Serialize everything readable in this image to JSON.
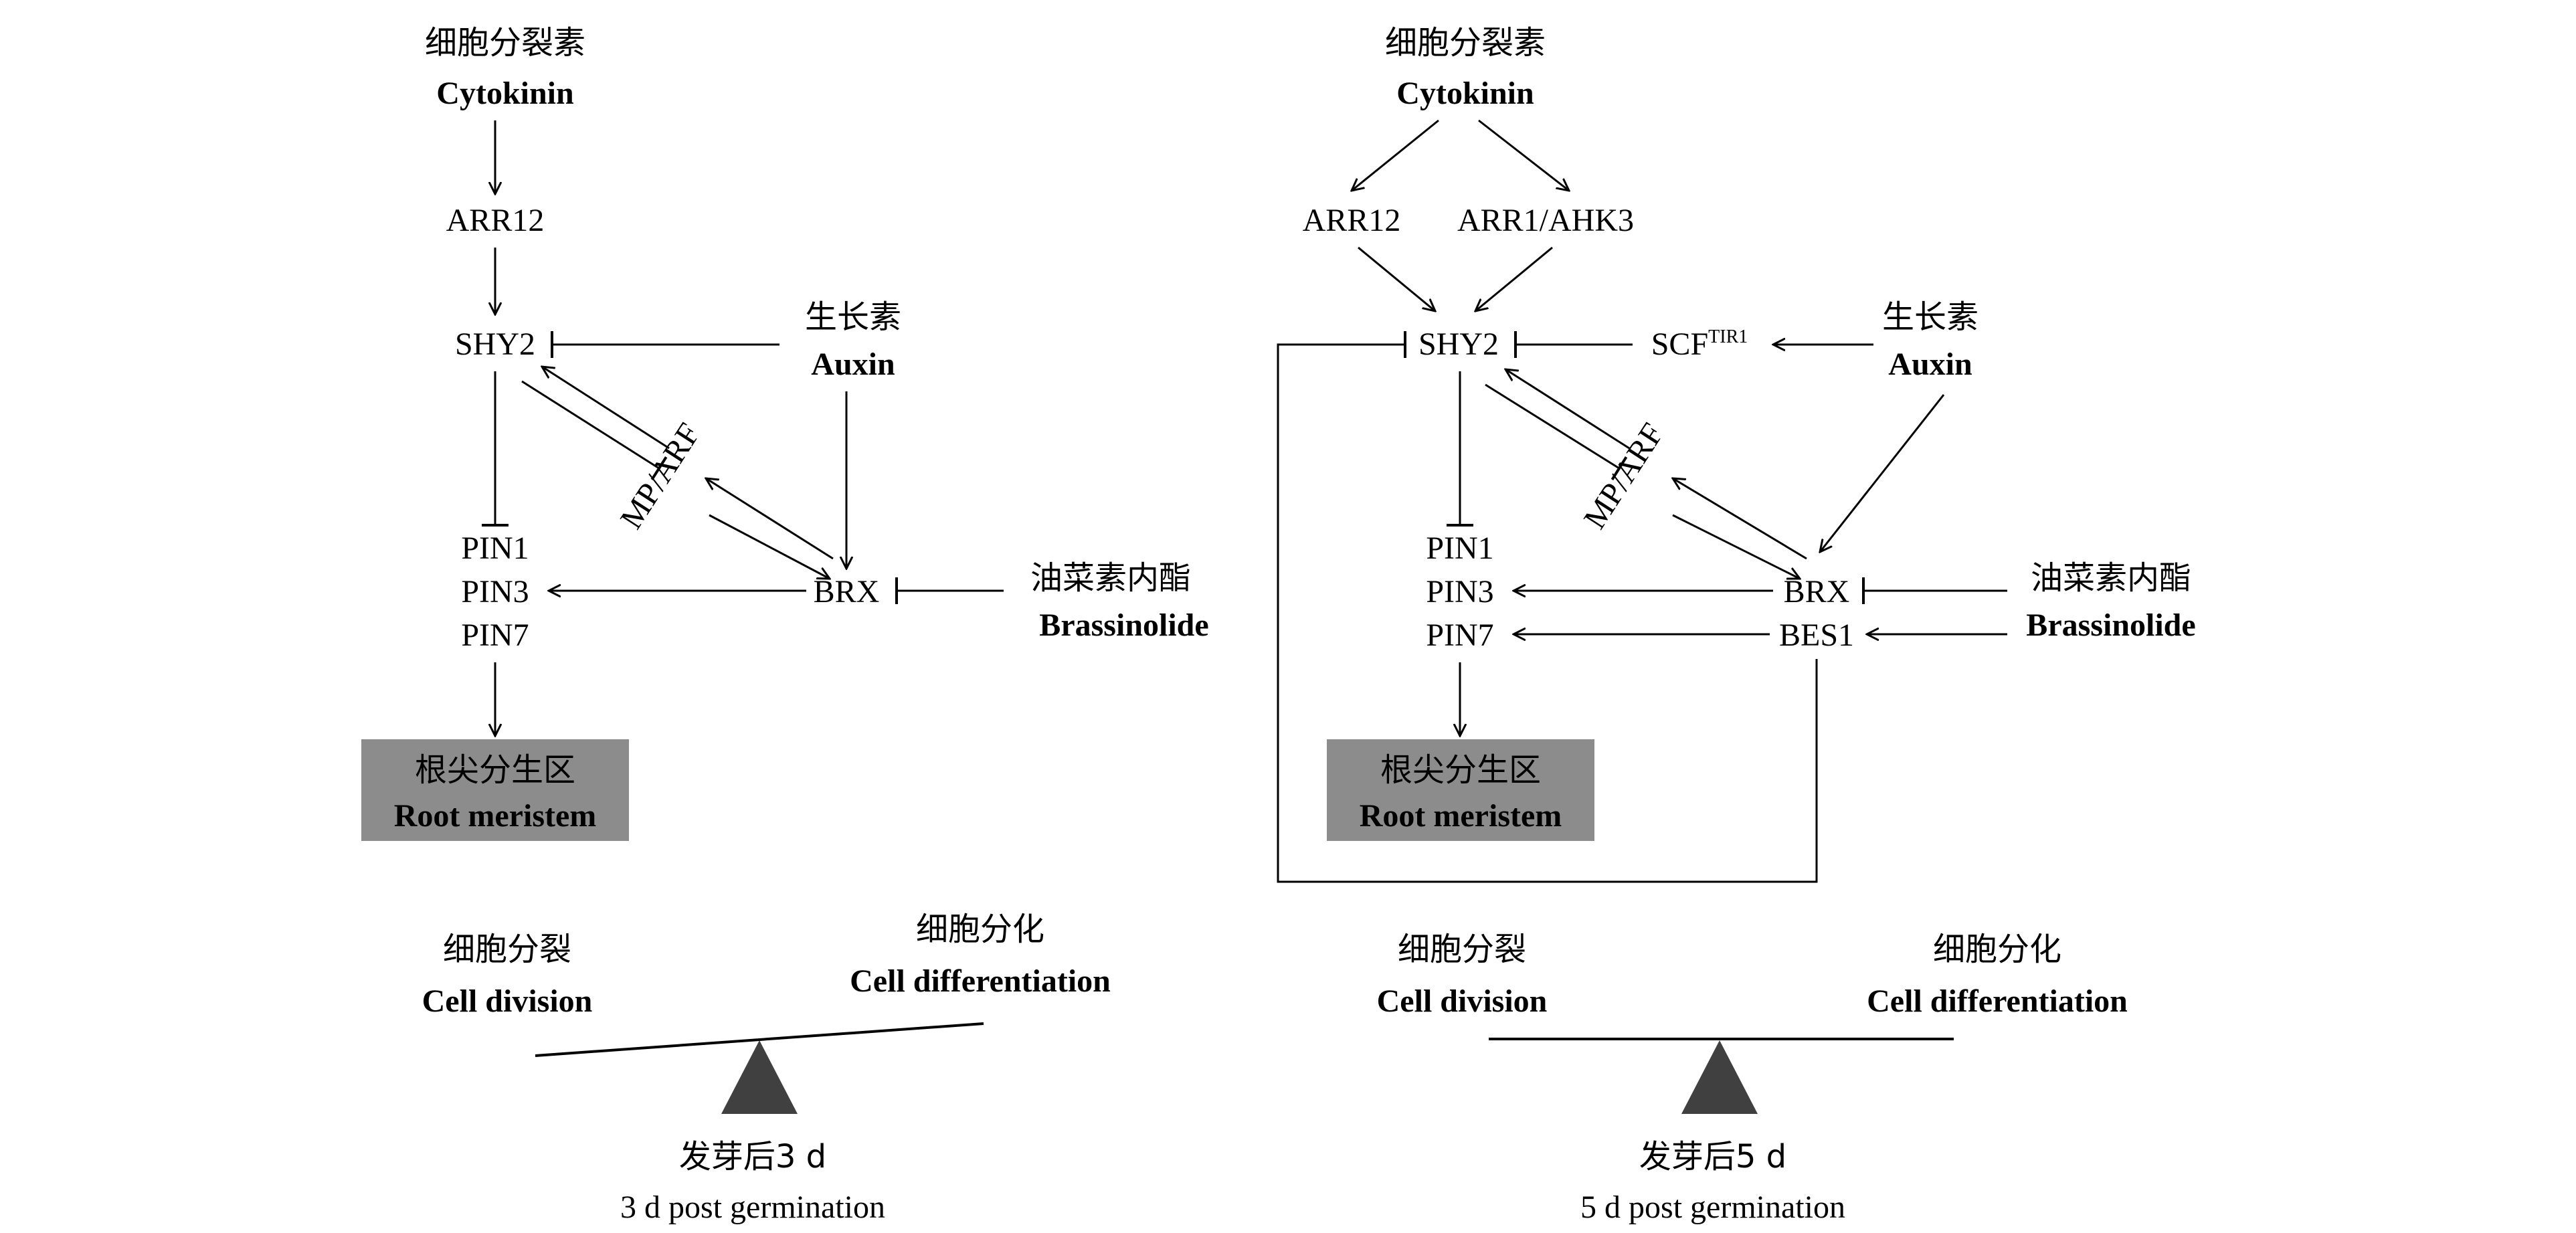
{
  "left": {
    "cytokinin": {
      "zh": "细胞分裂素",
      "en": "Cytokinin"
    },
    "arr12": "ARR12",
    "shy2": "SHY2",
    "auxin": {
      "zh": "生长素",
      "en": "Auxin"
    },
    "mp_arf": "MP/ARF",
    "pin1": "PIN1",
    "pin3": "PIN3",
    "pin7": "PIN7",
    "brx": "BRX",
    "brassinolide": {
      "zh": "油菜素内酯",
      "en": "Brassinolide"
    },
    "root_meristem": {
      "zh": "根尖分生区",
      "en": "Root meristem"
    },
    "cell_division": {
      "zh": "细胞分裂",
      "en": "Cell division"
    },
    "cell_differentiation": {
      "zh": "细胞分化",
      "en": "Cell differentiation"
    },
    "stage": {
      "zh": "发芽后3 d",
      "en": "3 d post germination"
    }
  },
  "right": {
    "cytokinin": {
      "zh": "细胞分裂素",
      "en": "Cytokinin"
    },
    "arr12": "ARR12",
    "arr1_ahk3": "ARR1/AHK3",
    "shy2": "SHY2",
    "scf": "SCF",
    "scf_sup": "TIR1",
    "auxin": {
      "zh": "生长素",
      "en": "Auxin"
    },
    "mp_arf": "MP/ARF",
    "pin1": "PIN1",
    "pin3": "PIN3",
    "pin7": "PIN7",
    "brx": "BRX",
    "bes1": "BES1",
    "brassinolide": {
      "zh": "油菜素内酯",
      "en": "Brassinolide"
    },
    "root_meristem": {
      "zh": "根尖分生区",
      "en": "Root meristem"
    },
    "cell_division": {
      "zh": "细胞分裂",
      "en": "Cell division"
    },
    "cell_differentiation": {
      "zh": "细胞分化",
      "en": "Cell differentiation"
    },
    "stage": {
      "zh": "发芽后5 d",
      "en": "5 d post germination"
    }
  },
  "colors": {
    "meristem_box": "#8c8c8c",
    "fulcrum": "#404040",
    "line": "#000000"
  }
}
